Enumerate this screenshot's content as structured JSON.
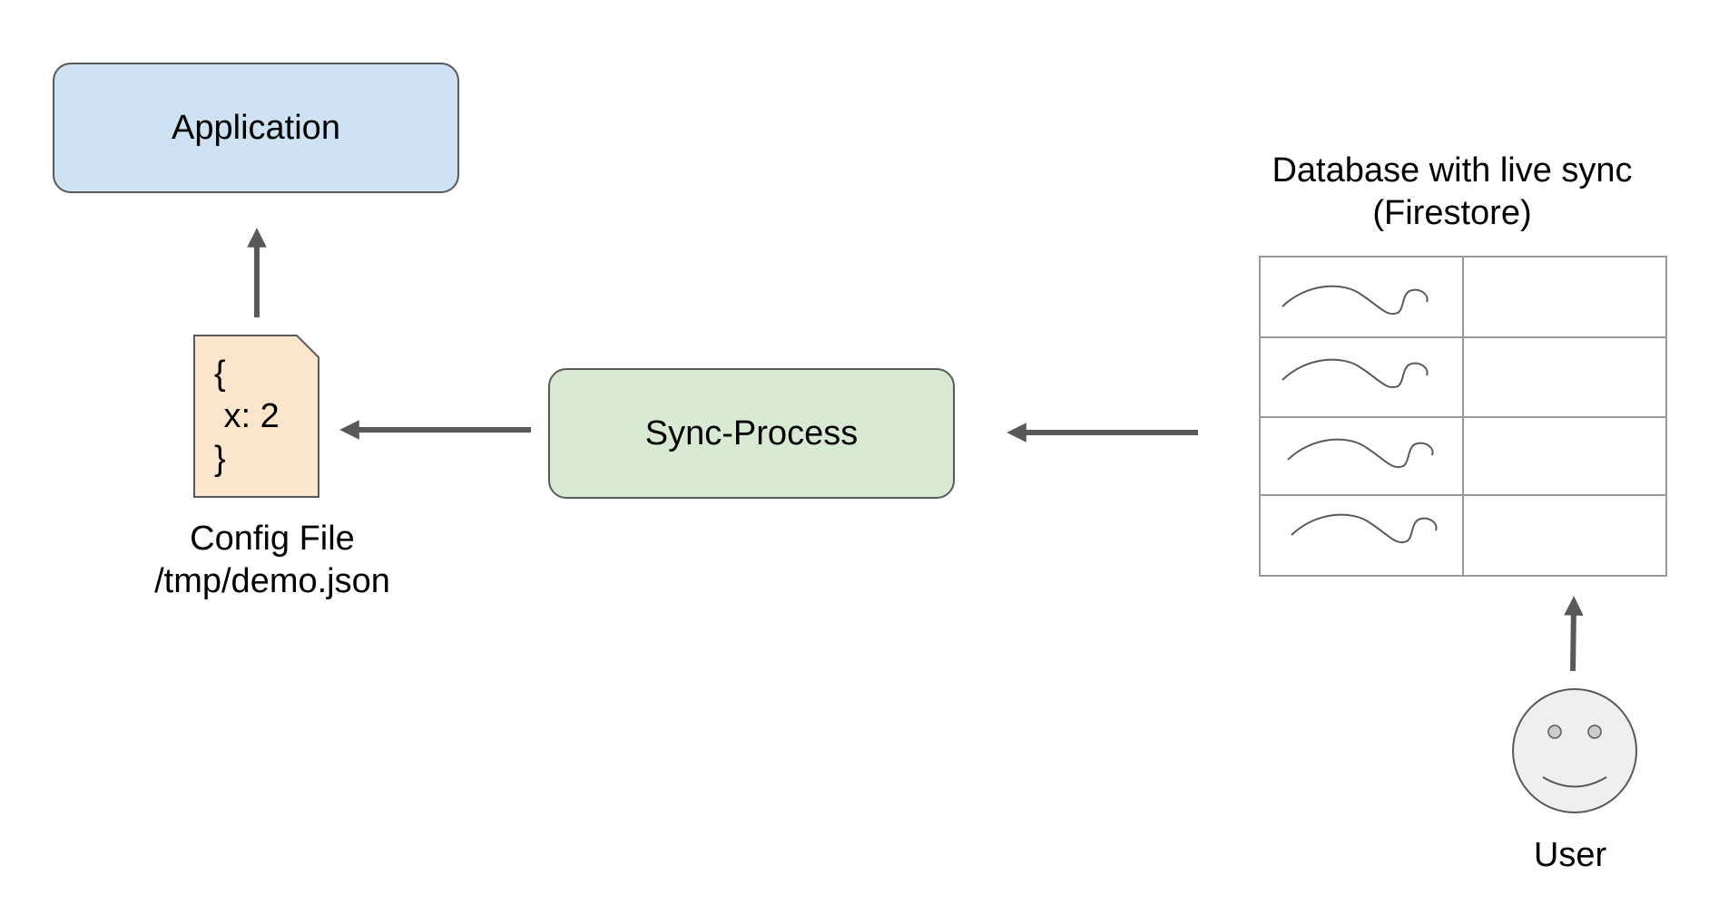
{
  "nodes": {
    "application": {
      "label": "Application",
      "fill": "#cfe2f3"
    },
    "sync_process": {
      "label": "Sync-Process",
      "fill": "#d9ead3"
    },
    "config_file": {
      "content_lines": [
        "{",
        " x: 2",
        "}"
      ],
      "label_line1": "Config File",
      "label_line2": "/tmp/demo.json",
      "fill": "#fce5cd"
    },
    "database": {
      "title_line1": "Database with live sync",
      "title_line2": "(Firestore)",
      "rows": 4,
      "columns": 2
    },
    "user": {
      "label": "User",
      "icon": "smiley-face-icon",
      "fill": "#efefef"
    }
  },
  "edges": [
    {
      "from": "config_file",
      "to": "application"
    },
    {
      "from": "sync_process",
      "to": "config_file"
    },
    {
      "from": "database",
      "to": "sync_process"
    },
    {
      "from": "user",
      "to": "database"
    }
  ],
  "colors": {
    "stroke": "#595959",
    "arrow": "#595959",
    "table_grid": "#999999"
  }
}
